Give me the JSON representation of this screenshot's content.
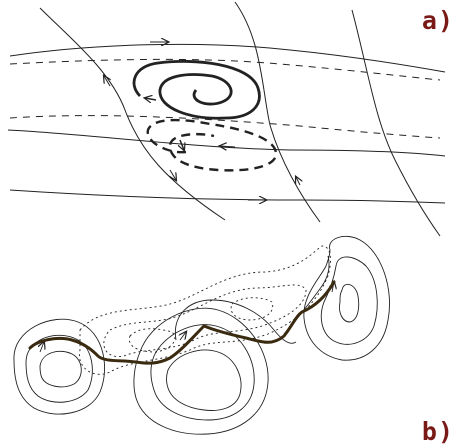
{
  "panels": [
    {
      "id": "a",
      "label": "a)"
    },
    {
      "id": "b",
      "label": "b)"
    }
  ],
  "colors": {
    "line": "#222222",
    "track": "#3a2a10",
    "label": "#7a1a16"
  }
}
